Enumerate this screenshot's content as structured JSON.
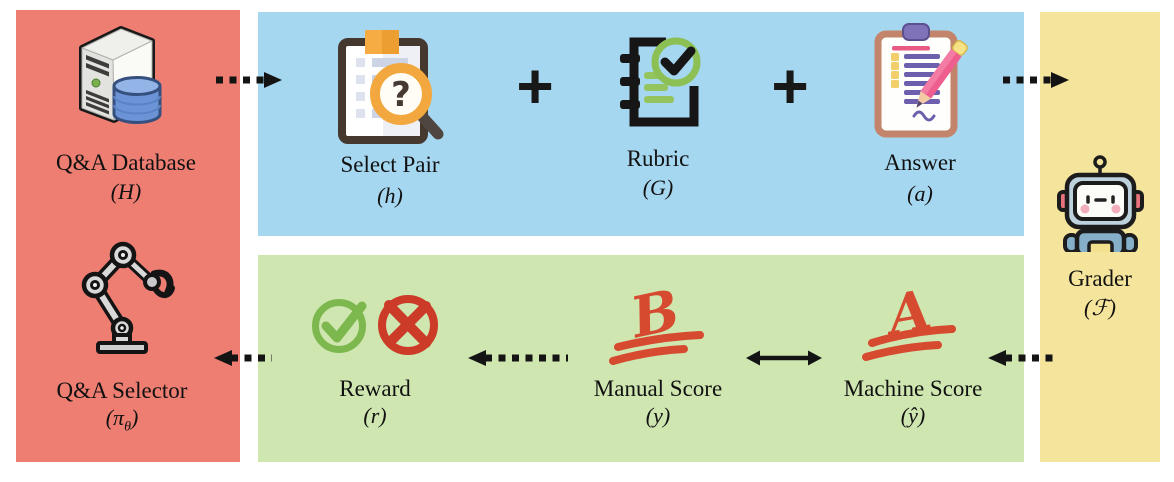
{
  "figure": {
    "type": "pipeline-diagram",
    "panels": {
      "qa_pool": {
        "bg": "#ee7d72",
        "database": {
          "label": "Q&A Database",
          "symbol": "(H)"
        },
        "selector": {
          "label": "Q&A Selector",
          "symbol_open": "(π",
          "symbol_sub": "θ",
          "symbol_close": ")"
        }
      },
      "grading_input": {
        "bg": "#a6d7f0",
        "select_pair": {
          "label": "Select Pair",
          "symbol": "(h)"
        },
        "plus_1": "+",
        "rubric": {
          "label": "Rubric",
          "symbol": "(G)"
        },
        "plus_2": "+",
        "answer": {
          "label": "Answer",
          "symbol": "(a)"
        }
      },
      "grader": {
        "bg": "#f5e49b",
        "grader": {
          "label": "Grader",
          "symbol": "(ℱ)"
        }
      },
      "scoring": {
        "bg": "#cfe6b0",
        "reward": {
          "label": "Reward",
          "symbol": "(r)"
        },
        "manual_score": {
          "label": "Manual Score",
          "symbol": "(y)",
          "grade": "B"
        },
        "machine_score": {
          "label": "Machine Score",
          "symbol": "(ŷ)",
          "grade": "A"
        }
      }
    },
    "colors": {
      "arrow": "#141414",
      "grade_mark": "#d64a30",
      "check_green": "#7cb84e",
      "cross_red": "#cc3a28"
    }
  }
}
